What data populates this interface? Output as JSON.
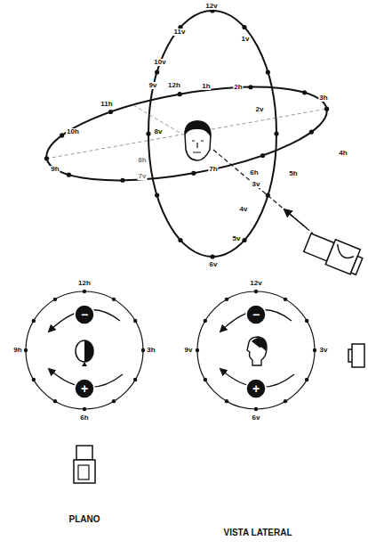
{
  "diagram": {
    "nodes": [
      {
        "text": [
          "−"
        ]
      },
      {
        "text": [
          "+"
        ]
      },
      {
        "text": [
          "−"
        ]
      },
      {
        "text": [
          "+"
        ]
      }
    ],
    "labels": [
      "12v",
      "11v",
      "10v",
      "1v",
      "9v",
      "12h",
      "1h",
      "2h",
      "2v",
      "3h",
      "11h",
      "10h",
      "9h",
      "8v",
      "4h",
      "5h",
      "6h",
      "7h",
      "8h",
      "7v",
      "3v",
      "4v",
      "5v",
      "6v",
      "12h",
      "9h",
      "3h",
      "6h",
      "PLANO",
      "12v",
      "9v",
      "3v",
      "6v",
      "VISTA LATERAL"
    ]
  }
}
